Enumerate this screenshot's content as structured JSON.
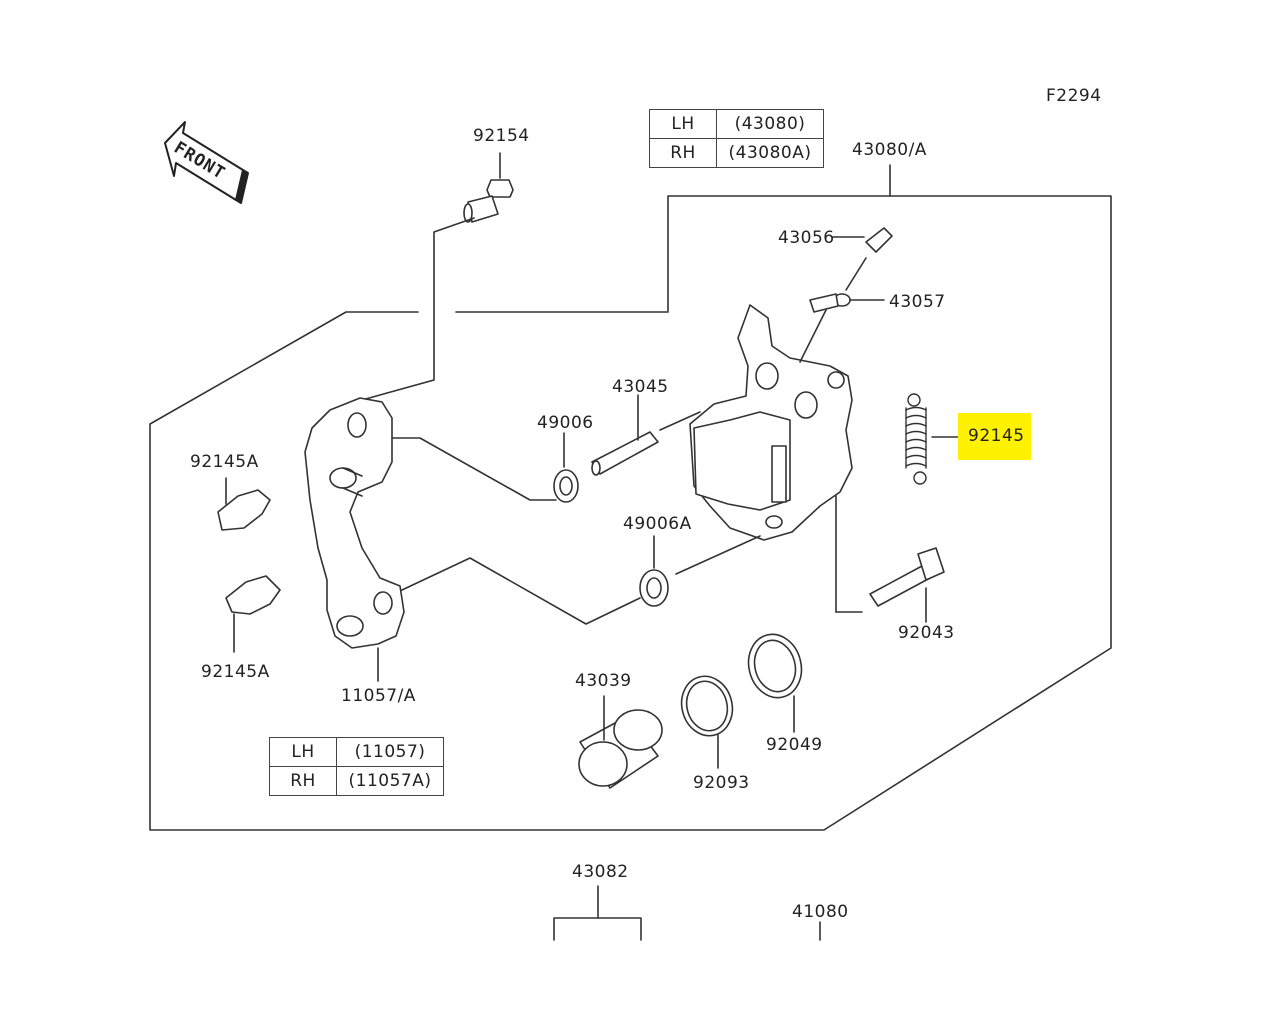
{
  "figure_code": "F2294",
  "front_label": "FRONT",
  "highlight_color": "#fff200",
  "highlighted_part": "92145",
  "parts": {
    "p92154": "92154",
    "p43080a": "43080/A",
    "p43056": "43056",
    "p43057": "43057",
    "p43045": "43045",
    "p49006": "49006",
    "p92145": "92145",
    "p92145a_top": "92145A",
    "p92145a_bottom": "92145A",
    "p49006a": "49006A",
    "p92043": "92043",
    "p11057a": "11057/A",
    "p43039": "43039",
    "p92093": "92093",
    "p92049": "92049",
    "p43082": "43082",
    "p41080": "41080"
  },
  "caliper_table": {
    "rows": [
      {
        "side": "LH",
        "code": "(43080)"
      },
      {
        "side": "RH",
        "code": "(43080A)"
      }
    ]
  },
  "bracket_table": {
    "rows": [
      {
        "side": "LH",
        "code": "(11057)"
      },
      {
        "side": "RH",
        "code": "(11057A)"
      }
    ]
  }
}
